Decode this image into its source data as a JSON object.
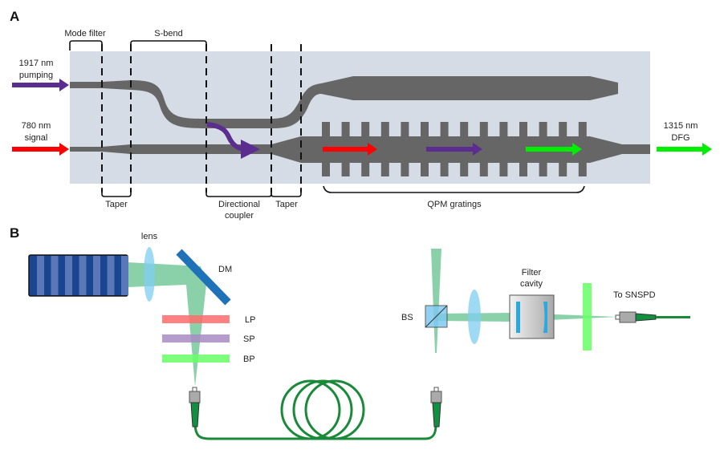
{
  "panel_a": {
    "label": "A",
    "inputs": {
      "pump": [
        "1917 nm",
        "pumping"
      ],
      "signal": [
        "780 nm",
        "signal"
      ]
    },
    "output": [
      "1315 nm",
      "DFG"
    ],
    "sections": {
      "mode_filter": "Mode filter",
      "s_bend": "S-bend",
      "taper1": "Taper",
      "directional_coupler": [
        "Directional",
        "coupler"
      ],
      "taper2": "Taper",
      "qpm": "QPM gratings"
    },
    "colors": {
      "pump": "#5b2d8e",
      "signal": "#ff0000",
      "dfg": "#00ee00",
      "chip": "#d6dce5",
      "waveguide": "#666666"
    }
  },
  "panel_b": {
    "label": "B",
    "components": {
      "lens": "lens",
      "dm": "DM",
      "lp": "LP",
      "sp": "SP",
      "bp": "BP",
      "bs": "BS",
      "filter_cavity": [
        "Filter",
        "cavity"
      ],
      "detector": "To SNSPD"
    }
  }
}
